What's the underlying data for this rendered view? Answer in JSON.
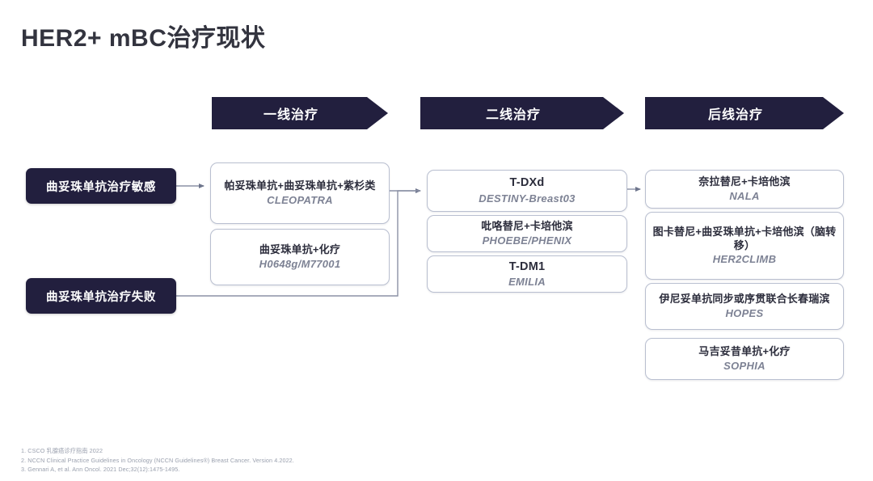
{
  "page_title": "HER2+ mBC治疗现状",
  "colors": {
    "banner_dark": "#221f3e",
    "card_border": "#b9bfd0",
    "trial_text": "#7d8294",
    "connector": "#8b91a6",
    "background": "#ffffff"
  },
  "phases": [
    {
      "id": "first",
      "label": "一线治疗"
    },
    {
      "id": "second",
      "label": "二线治疗"
    },
    {
      "id": "third",
      "label": "后线治疗"
    }
  ],
  "patient_status": [
    {
      "id": "sensitive",
      "label": "曲妥珠单抗治疗敏感"
    },
    {
      "id": "failure",
      "label": "曲妥珠单抗治疗失败"
    }
  ],
  "first_line": [
    {
      "id": "cleopatra",
      "regimen": "帕妥珠单抗+曲妥珠单抗+紫杉类",
      "trial": "CLEOPATRA"
    },
    {
      "id": "h0648g",
      "regimen": "曲妥珠单抗+化疗",
      "trial": "H0648g/M77001"
    }
  ],
  "second_line": [
    {
      "id": "tdxd",
      "regimen": "T-DXd",
      "trial": "DESTINY-Breast03"
    },
    {
      "id": "phoebe",
      "regimen": "吡咯替尼+卡培他滨",
      "trial": "PHOEBE/PHENIX"
    },
    {
      "id": "tdm1",
      "regimen": "T-DM1",
      "trial": "EMILIA"
    }
  ],
  "later_line": [
    {
      "id": "nala",
      "regimen": "奈拉替尼+卡培他滨",
      "trial": "NALA"
    },
    {
      "id": "her2climb",
      "regimen": "图卡替尼+曲妥珠单抗+卡培他滨（脑转移）",
      "trial": "HER2CLIMB"
    },
    {
      "id": "hopes",
      "regimen": "伊尼妥单抗同步或序贯联合长春瑞滨",
      "trial": "HOPES"
    },
    {
      "id": "sophia",
      "regimen": "马吉妥昔单抗+化疗",
      "trial": "SOPHIA"
    }
  ],
  "footnotes": [
    "1. CSCO 乳腺癌诊疗指南 2022",
    "2. NCCN Clinical Practice Guidelines in Oncology (NCCN Guidelines®) Breast Cancer. Version 4.2022.",
    "3. Gennari A, et al. Ann Oncol. 2021 Dec;32(12):1475-1495."
  ]
}
